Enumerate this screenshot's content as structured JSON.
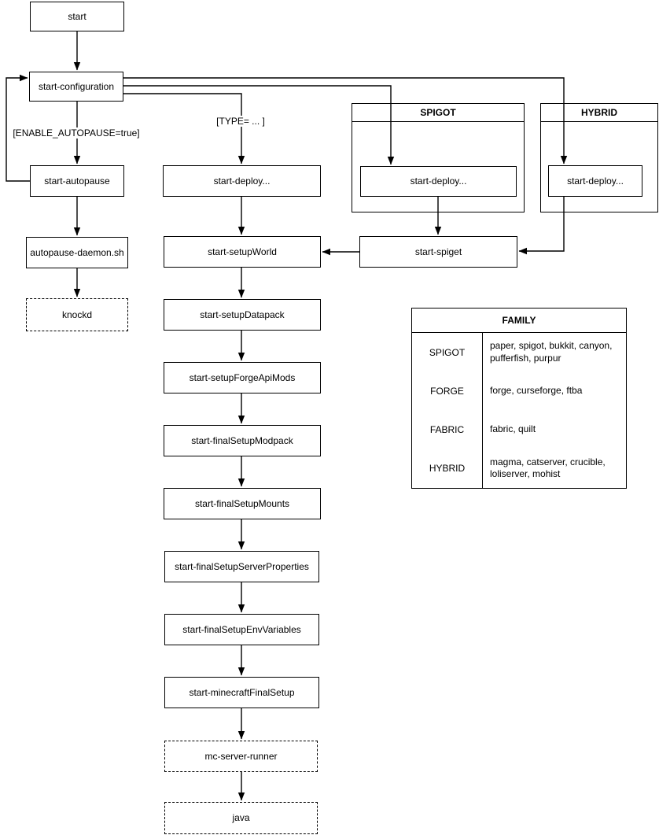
{
  "diagram": {
    "colors": {
      "stroke": "#000000",
      "background": "#ffffff"
    },
    "nodes": {
      "start": "start",
      "start_configuration": "start-configuration",
      "start_autopause": "start-autopause",
      "autopause_daemon": "autopause-daemon.sh",
      "knockd": "knockd",
      "start_deploy_type": "start-deploy...",
      "spigot_deploy": "start-deploy...",
      "hybrid_deploy": "start-deploy...",
      "start_spiget": "start-spiget",
      "start_setup_world": "start-setupWorld",
      "start_setup_datapack": "start-setupDatapack",
      "start_setup_forge_api_mods": "start-setupForgeApiMods",
      "start_final_setup_modpack": "start-finalSetupModpack",
      "start_final_setup_mounts": "start-finalSetupMounts",
      "start_final_setup_server_properties": "start-finalSetupServerProperties",
      "start_final_setup_env_variables": "start-finalSetupEnvVariables",
      "start_minecraft_final_setup": "start-minecraftFinalSetup",
      "mc_server_runner": "mc-server-runner",
      "java": "java"
    },
    "containers": {
      "spigot_title": "SPIGOT",
      "hybrid_title": "HYBRID"
    },
    "edge_labels": {
      "enable_autopause": "[ENABLE_AUTOPAUSE=true]",
      "type": "[TYPE= ... ]"
    },
    "family_table": {
      "title": "FAMILY",
      "rows": [
        {
          "family": "SPIGOT",
          "members": "paper, spigot, bukkit, canyon, pufferfish, purpur"
        },
        {
          "family": "FORGE",
          "members": "forge, curseforge, ftba"
        },
        {
          "family": "FABRIC",
          "members": "fabric, quilt"
        },
        {
          "family": "HYBRID",
          "members": "magma, catserver, crucible, loliserver, mohist"
        }
      ]
    }
  }
}
